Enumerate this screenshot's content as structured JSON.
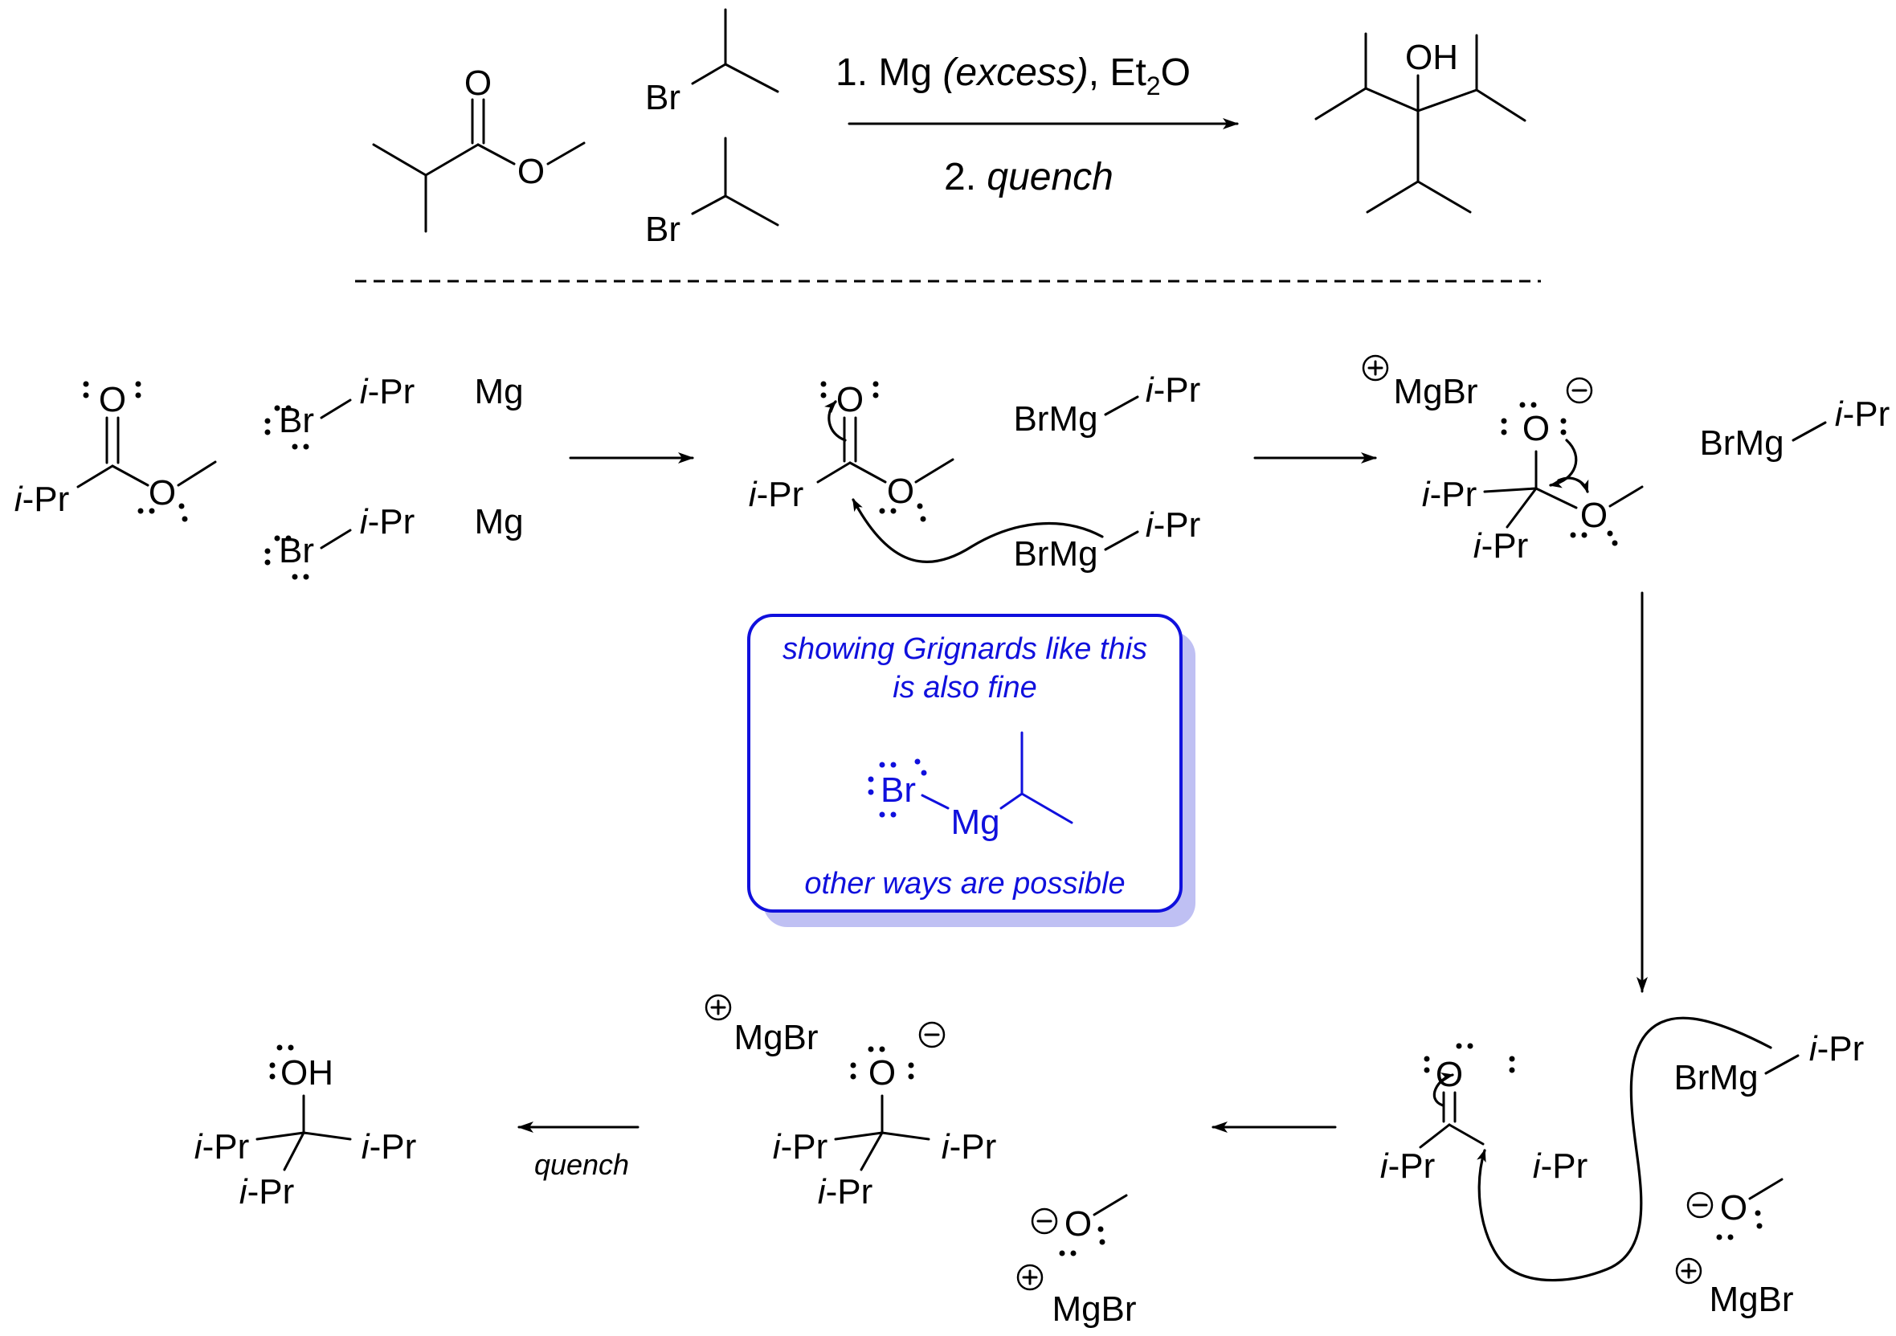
{
  "reaction": {
    "step1_prefix": "1. Mg ",
    "step1_italic": "(excess)",
    "step1_solvent": ", Et",
    "step1_sub": "2",
    "step1_end": "O",
    "step2_prefix": "2. ",
    "step2_italic": "quench"
  },
  "atoms": {
    "O": "O",
    "OH": "OH",
    "Br": "Br",
    "Mg": "Mg",
    "MgBr": "MgBr",
    "BrMg": "BrMg",
    "iPr_i": "i",
    "iPr_rest": "-Pr"
  },
  "note_box": {
    "line1": "showing Grignards like this",
    "line2": "is also fine",
    "footer": "other ways are possible",
    "colors": {
      "text": "#1010dd",
      "border": "#1010dd",
      "shadow": "#bfc0f3"
    }
  },
  "quench_label": "quench",
  "charges": {
    "plus": "+",
    "minus": "−"
  }
}
